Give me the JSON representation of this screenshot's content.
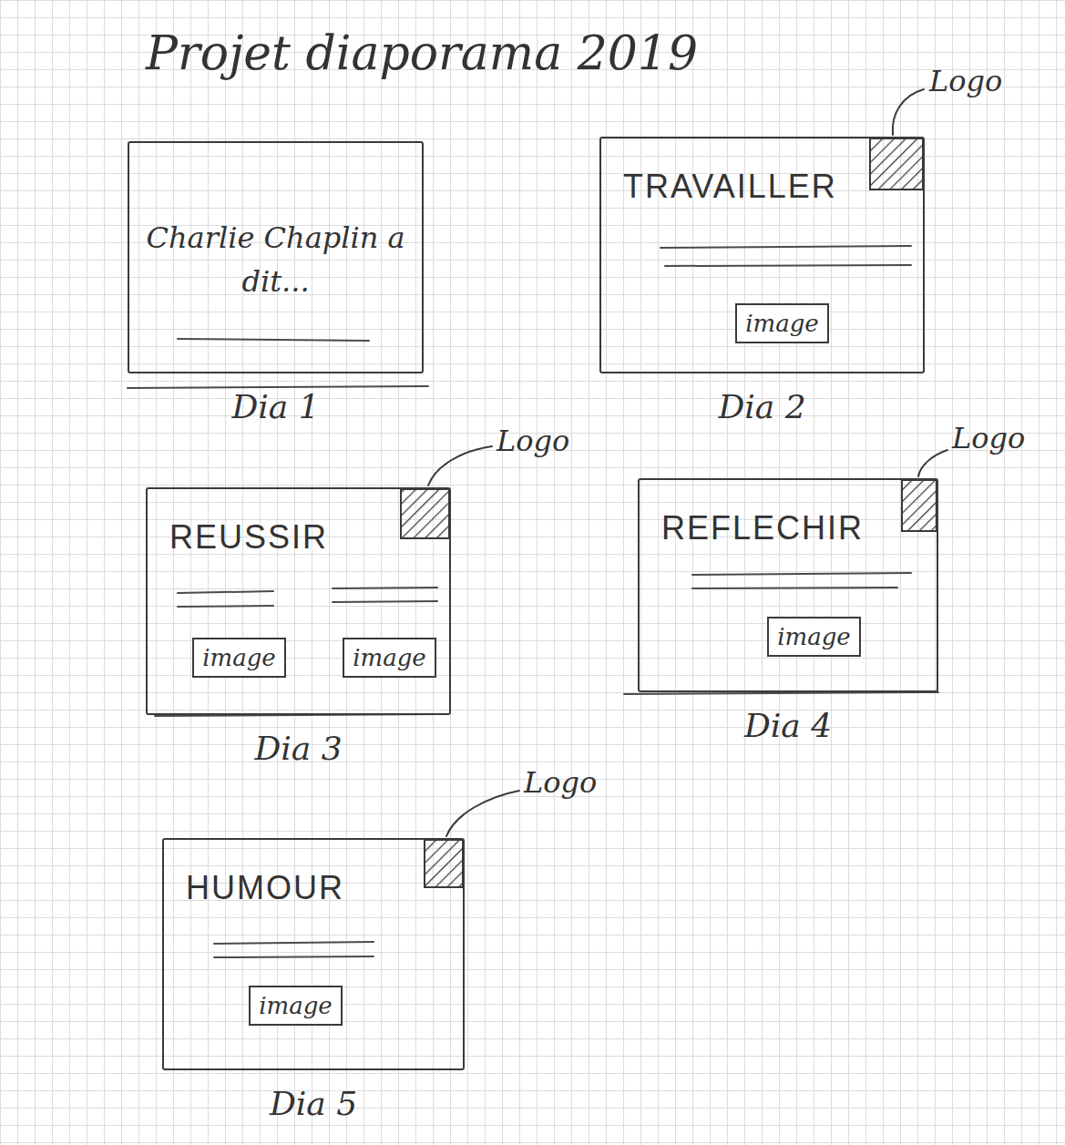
{
  "diagram": {
    "title": "Projet diaporama 2019",
    "nodes": [
      {
        "text": [
          "Charlie Chaplin a dit...",
          "Dia 1"
        ]
      },
      {
        "text": [
          "TRAVAILLER",
          "Dia 2"
        ]
      },
      {
        "text": [
          "image"
        ],
        "in": 1
      },
      {
        "text": [
          "REUSSIR",
          "Dia 3"
        ]
      },
      {
        "text": [
          "image"
        ],
        "in": 3
      },
      {
        "text": [
          "image"
        ],
        "in": 3
      },
      {
        "text": [
          "REFLECHIR",
          "Dia 4"
        ]
      },
      {
        "text": [
          "image"
        ],
        "in": 6
      },
      {
        "text": [
          "HUMOUR",
          "Dia 5"
        ]
      },
      {
        "text": [
          "image"
        ],
        "in": 8
      }
    ],
    "labels": [
      "Logo",
      "Logo",
      "Logo",
      "Logo"
    ]
  }
}
